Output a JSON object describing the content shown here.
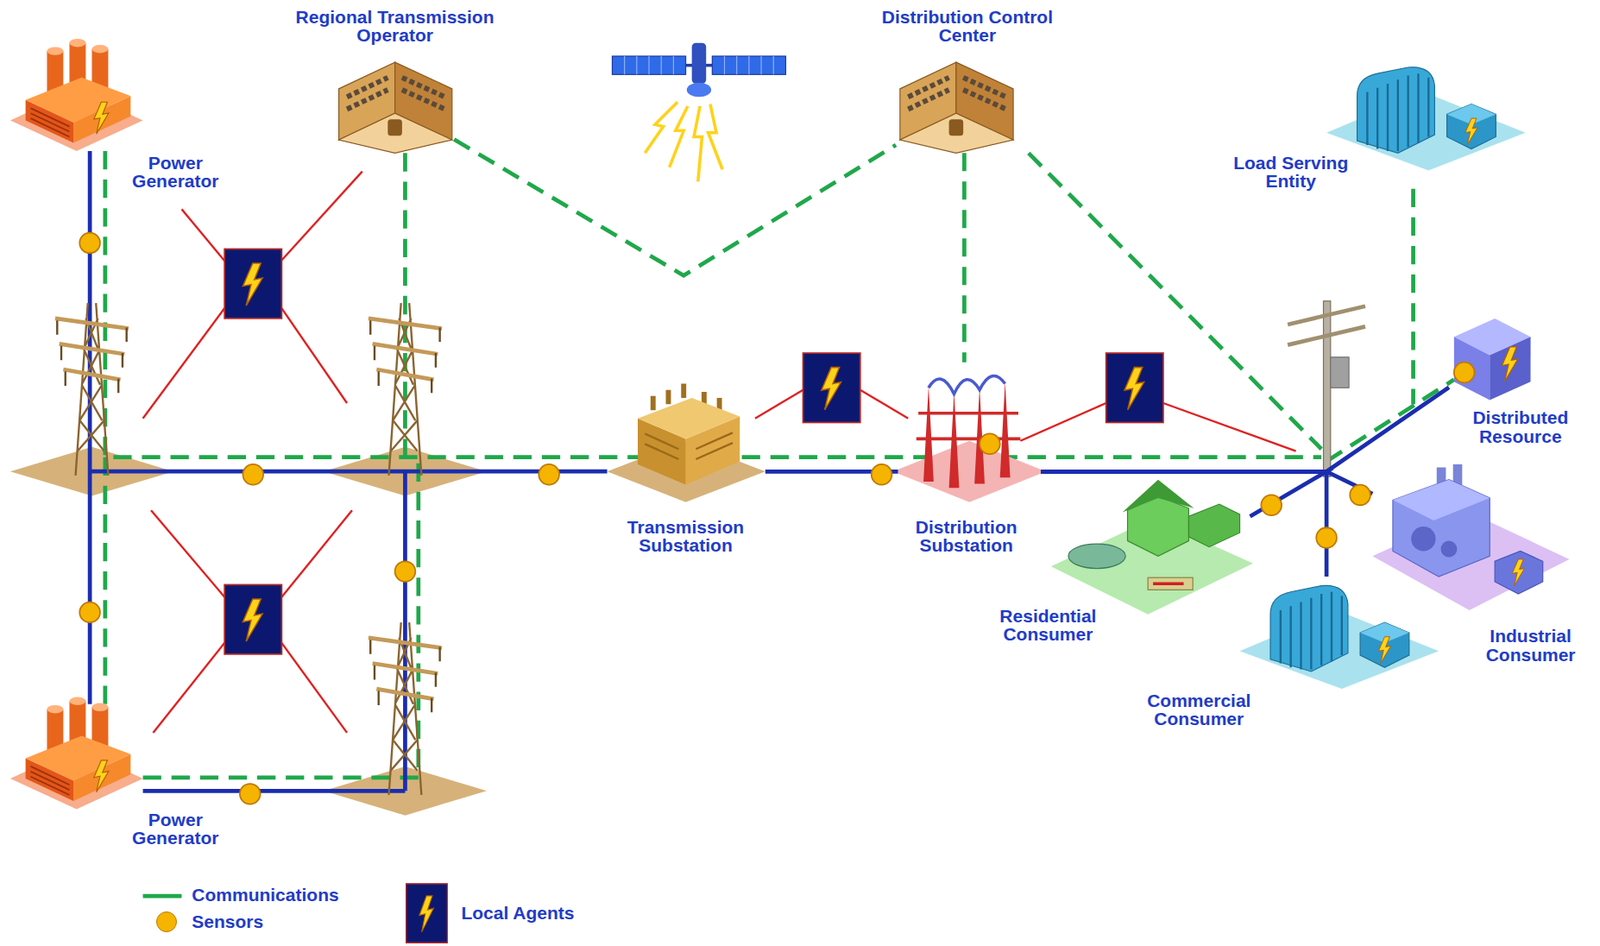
{
  "diagram": {
    "nodes": [
      {
        "text": [
          "Regional Transmission Operator"
        ]
      },
      {
        "text": [
          "Distribution Control Center"
        ]
      },
      {
        "text": [
          "Power Generator"
        ]
      },
      {
        "text": [
          "Load Serving Entity"
        ]
      },
      {
        "text": [
          "Distributed Resource"
        ]
      },
      {
        "text": [
          "Transmission Substation"
        ]
      },
      {
        "text": [
          "Distribution Substation"
        ]
      },
      {
        "text": [
          "Residential Consumer"
        ]
      },
      {
        "text": [
          "Industrial Consumer"
        ]
      },
      {
        "text": [
          "Commercial Consumer"
        ]
      },
      {
        "text": [
          "Power Generator"
        ]
      }
    ],
    "edges": [
      {
        "from": 0,
        "to": 1,
        "arrow": "none"
      },
      {
        "from": 1,
        "to": 6,
        "arrow": "none"
      },
      {
        "from": 5,
        "to": 6,
        "arrow": "none"
      },
      {
        "from": 6,
        "to": 7,
        "arrow": "none"
      },
      {
        "from": 6,
        "to": 9,
        "arrow": "none"
      },
      {
        "from": 6,
        "to": 8,
        "arrow": "none"
      },
      {
        "from": 6,
        "to": 4,
        "arrow": "none"
      }
    ],
    "legend": [
      {
        "text": "Communications"
      },
      {
        "text": "Sensors",
        "color": "#f5b400"
      },
      {
        "text": "Local Agents"
      }
    ]
  }
}
